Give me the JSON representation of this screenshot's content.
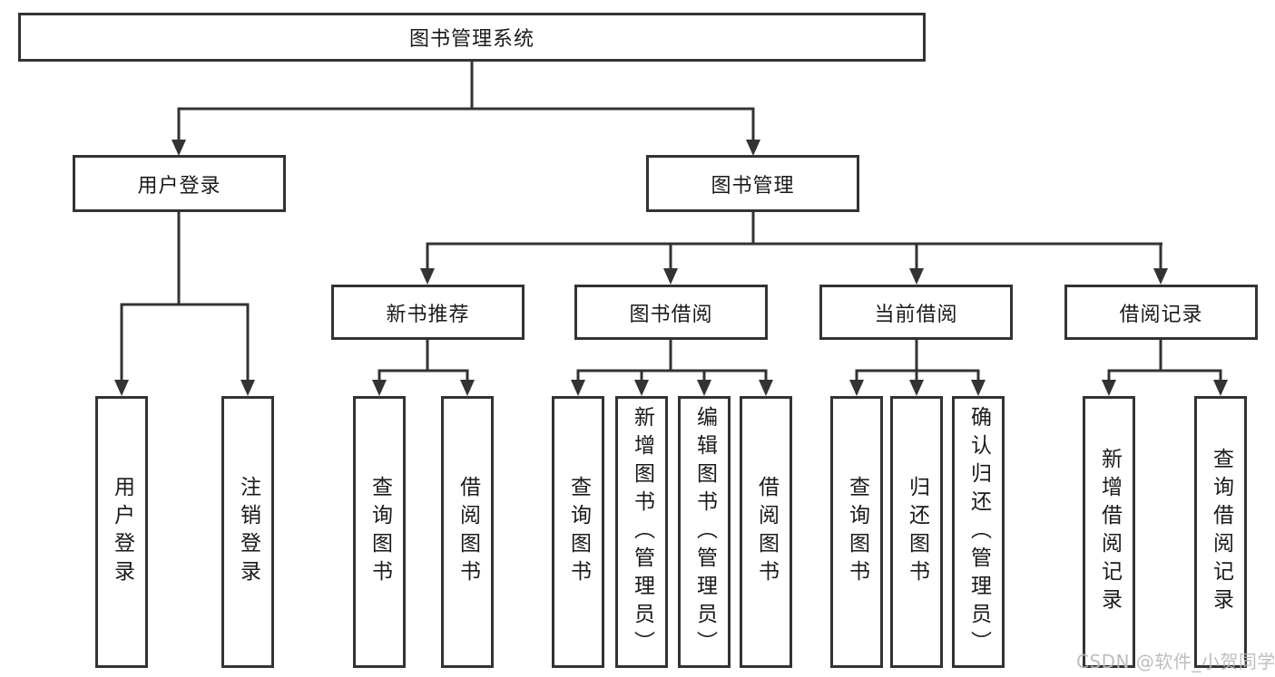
{
  "tree": {
    "label": "图书管理系统",
    "children": [
      {
        "label": "用户登录",
        "children": [
          {
            "label": "用户登录"
          },
          {
            "label": "注销登录"
          }
        ]
      },
      {
        "label": "图书管理",
        "children": [
          {
            "label": "新书推荐",
            "children": [
              {
                "label": "查询图书"
              },
              {
                "label": "借阅图书"
              }
            ]
          },
          {
            "label": "图书借阅",
            "children": [
              {
                "label": "查询图书"
              },
              {
                "label": "新增图书（管理员）"
              },
              {
                "label": "编辑图书（管理员）"
              },
              {
                "label": "借阅图书"
              }
            ]
          },
          {
            "label": "当前借阅",
            "children": [
              {
                "label": "查询图书"
              },
              {
                "label": "归还图书"
              },
              {
                "label": "确认归还（管理员）"
              }
            ]
          },
          {
            "label": "借阅记录",
            "children": [
              {
                "label": "新增借阅记录"
              },
              {
                "label": "查询借阅记录"
              }
            ]
          }
        ]
      }
    ]
  },
  "watermark": "CSDN @软件_小贺同学",
  "colors": {
    "line": "#333333",
    "box_border": "#333333",
    "box_background": "#ffffff",
    "text": "#1a1a1a",
    "watermark": "#bababa"
  }
}
